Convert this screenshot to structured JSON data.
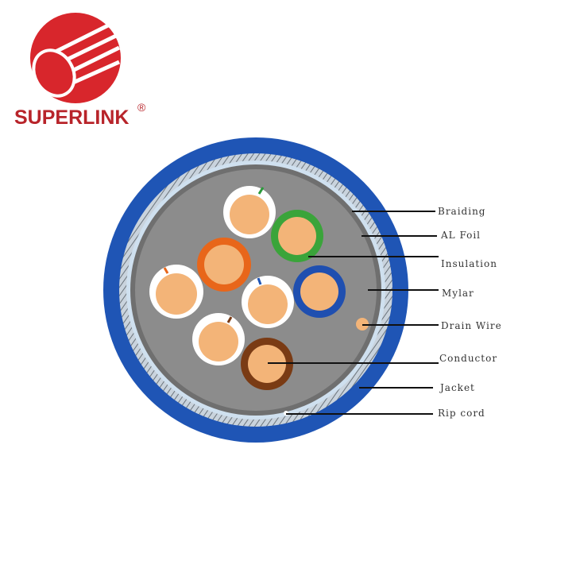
{
  "logo": {
    "brand": "SUPERLINK",
    "registered": "®",
    "color": "#d8262c"
  },
  "colors": {
    "jacket": "#1f55b5",
    "core": "#8c8c8c",
    "conductor": "#f3b478",
    "foil": "#cfe0ef"
  },
  "labels": [
    "Braiding",
    "AL Foil",
    "Insulation",
    "Mylar",
    "Drain Wire",
    "Conductor",
    "Jacket",
    "Rip cord"
  ]
}
